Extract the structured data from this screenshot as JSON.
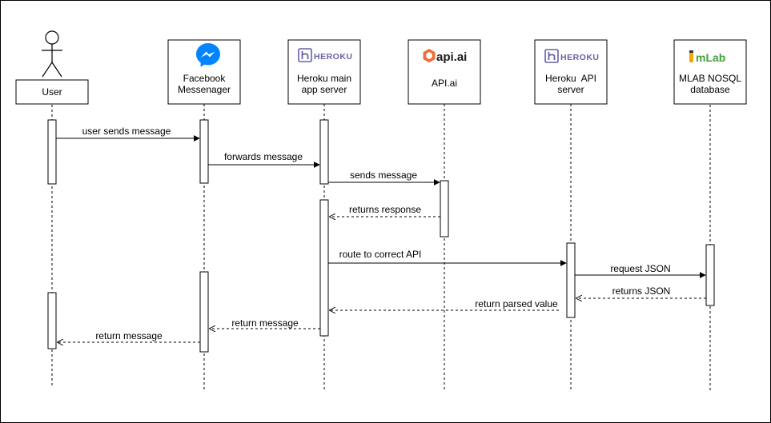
{
  "participants": [
    {
      "id": "user",
      "lines": [
        "User"
      ],
      "icon": "stick-figure"
    },
    {
      "id": "fb",
      "lines": [
        "Facebook",
        "Messenager"
      ],
      "icon": "messenger-icon"
    },
    {
      "id": "heroku_main",
      "lines": [
        "Heroku main",
        "app server"
      ],
      "icon": "heroku-icon",
      "logo_text": "HEROKU"
    },
    {
      "id": "apiai",
      "lines": [
        "API.ai"
      ],
      "icon": "apiai-icon",
      "logo_text": "api.ai"
    },
    {
      "id": "heroku_api",
      "lines": [
        "Heroku  API",
        "server"
      ],
      "icon": "heroku-icon",
      "logo_text": "HEROKU"
    },
    {
      "id": "mlab",
      "lines": [
        "MLAB NOSQL",
        "database"
      ],
      "icon": "mlab-icon",
      "logo_text": "mLab"
    }
  ],
  "messages": [
    {
      "from": 0,
      "to": 1,
      "label": "user sends message",
      "kind": "call"
    },
    {
      "from": 1,
      "to": 2,
      "label": "forwards message",
      "kind": "call"
    },
    {
      "from": 2,
      "to": 3,
      "label": "sends message",
      "kind": "call"
    },
    {
      "from": 3,
      "to": 2,
      "label": "returns response",
      "kind": "return"
    },
    {
      "from": 2,
      "to": 4,
      "label": "route to correct API",
      "kind": "call"
    },
    {
      "from": 4,
      "to": 5,
      "label": "request JSON",
      "kind": "call"
    },
    {
      "from": 5,
      "to": 4,
      "label": "returns JSON",
      "kind": "return"
    },
    {
      "from": 4,
      "to": 2,
      "label": "return parsed value",
      "kind": "return"
    },
    {
      "from": 2,
      "to": 1,
      "label": "return message",
      "kind": "return"
    },
    {
      "from": 1,
      "to": 0,
      "label": "return message",
      "kind": "return"
    }
  ],
  "colors": {
    "messenger_blue": "#0084FF",
    "heroku_purple": "#6762A6",
    "apiai_orange": "#F26B38",
    "mlab_green": "#3FA037",
    "mlab_yellow": "#F2A900"
  }
}
